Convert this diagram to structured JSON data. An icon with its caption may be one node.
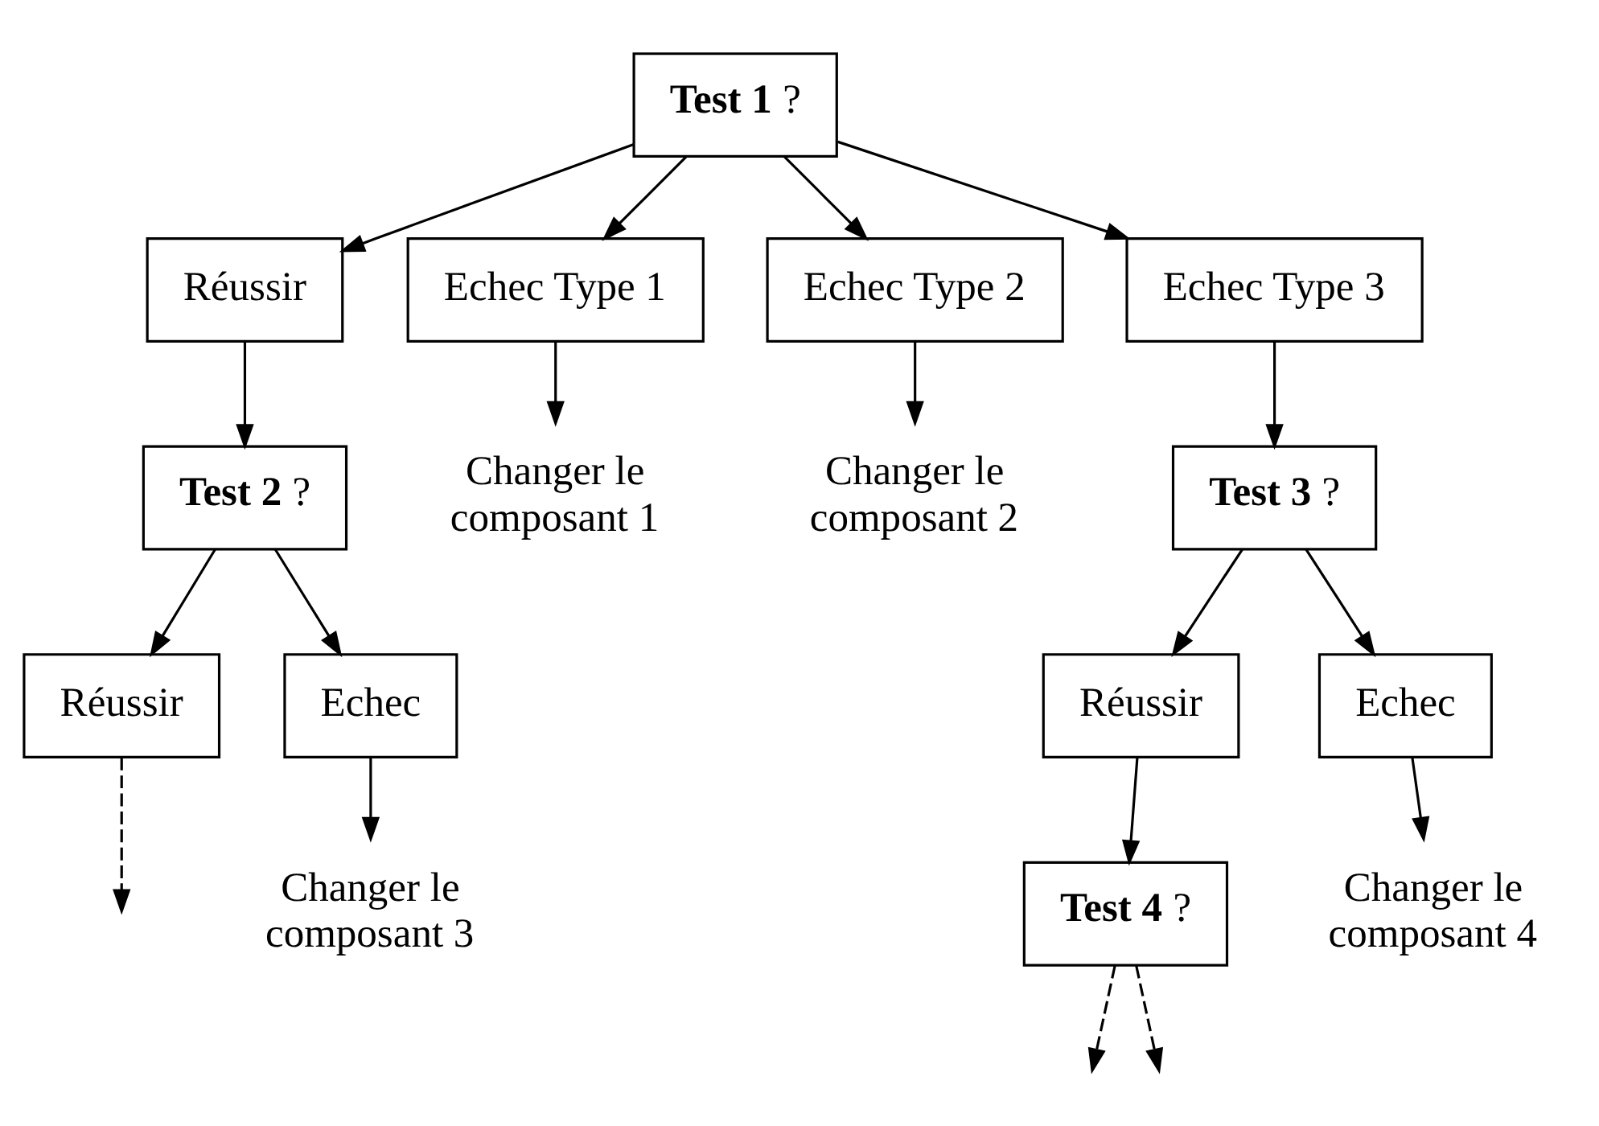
{
  "diagram": {
    "nodes": [
      {
        "text": [
          "**Test 1** ?"
        ]
      },
      {
        "text": [
          "Réussir"
        ]
      },
      {
        "text": [
          "Echec Type 1"
        ]
      },
      {
        "text": [
          "Echec Type 2"
        ]
      },
      {
        "text": [
          "Echec Type 3"
        ]
      },
      {
        "text": [
          "**Test 2** ?"
        ]
      },
      {
        "text": [
          "Changer le composant 1"
        ]
      },
      {
        "text": [
          "Changer le composant 2"
        ]
      },
      {
        "text": [
          "**Test 3** ?"
        ]
      },
      {
        "text": [
          "Réussir"
        ]
      },
      {
        "text": [
          "Echec"
        ]
      },
      {
        "text": [
          "Réussir"
        ]
      },
      {
        "text": [
          "Echec"
        ]
      },
      {
        "text": [
          "Changer le composant 3"
        ]
      },
      {
        "text": [
          "**Test 4** ?"
        ]
      },
      {
        "text": [
          "Changer le composant 4"
        ]
      }
    ],
    "edges": [
      {
        "from": 0,
        "to": 1,
        "arrow": "to"
      },
      {
        "from": 0,
        "to": 2,
        "arrow": "to"
      },
      {
        "from": 0,
        "to": 3,
        "arrow": "to"
      },
      {
        "from": 0,
        "to": 4,
        "arrow": "to"
      },
      {
        "from": 1,
        "to": 5,
        "arrow": "to"
      },
      {
        "from": 2,
        "to": 6,
        "arrow": "to"
      },
      {
        "from": 3,
        "to": 7,
        "arrow": "to"
      },
      {
        "from": 4,
        "to": 8,
        "arrow": "to"
      },
      {
        "from": 5,
        "to": 9,
        "arrow": "to"
      },
      {
        "from": 5,
        "to": 10,
        "arrow": "to"
      },
      {
        "from": 8,
        "to": 11,
        "arrow": "to"
      },
      {
        "from": 8,
        "to": 12,
        "arrow": "to"
      },
      {
        "from": 9,
        "to": null,
        "arrow": "to",
        "style": "dashed"
      },
      {
        "from": 10,
        "to": 13,
        "arrow": "to"
      },
      {
        "from": 11,
        "to": 14,
        "arrow": "to"
      },
      {
        "from": 12,
        "to": 15,
        "arrow": "to"
      },
      {
        "from": 14,
        "to": null,
        "arrow": "to",
        "style": "dashed"
      },
      {
        "from": 14,
        "to": null,
        "arrow": "to",
        "style": "dashed"
      }
    ]
  }
}
